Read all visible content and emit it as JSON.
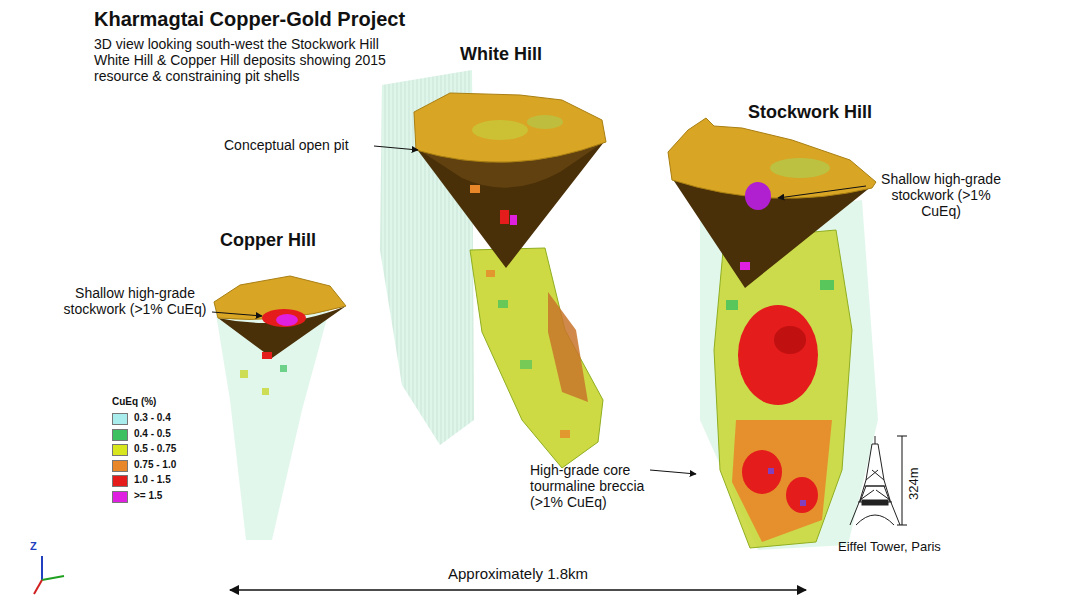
{
  "diagram": {
    "title": "Kharmagtai Copper-Gold Project",
    "caption": "3D view looking south-west the Stockwork Hill White Hill & Copper Hill deposits showing 2015 resource & constraining pit shells",
    "labels": [
      "White Hill",
      "Stockwork Hill",
      "Copper Hill",
      "Conceptual open pit",
      "Shallow high-grade stockwork (>1% CuEq)",
      "Shallow high-grade stockwork (>1% CuEq)",
      "High-grade core tourmaline breccia (>1% CuEq)",
      "CuEq (%)",
      "Approximately 1.8km",
      "324m",
      "Eiffel Tower, Paris",
      "Z"
    ],
    "legend": [
      {
        "text": "0.3 - 0.4",
        "color": "#a8ecec"
      },
      {
        "text": "0.4 - 0.5",
        "color": "#3cc060"
      },
      {
        "text": "0.5 - 0.75",
        "color": "#d8e61e"
      },
      {
        "text": "0.75 - 1.0",
        "color": "#e8862a"
      },
      {
        "text": "1.0 - 1.5",
        "color": "#e41c1c"
      },
      {
        "text": ">= 1.5",
        "color": "#e020e0"
      }
    ]
  }
}
